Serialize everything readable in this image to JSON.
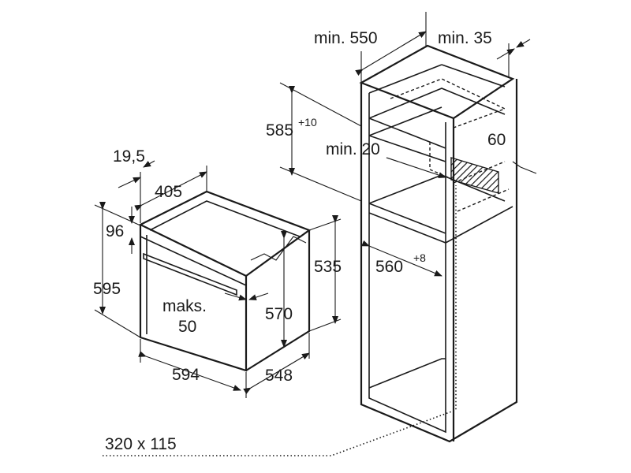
{
  "dimensions": {
    "cabinet_width_min": "min. 550",
    "cabinet_rear_gap_min": "min. 35",
    "cutout_height": "585",
    "cutout_height_tol": "+10",
    "shelf_gap_min": "min. 20",
    "vent_height": "60",
    "cutout_width": "560",
    "cutout_width_tol": "+8",
    "door_offset": "19,5",
    "panel_depth": "405",
    "panel_height": "96",
    "oven_height": "595",
    "front_depth": "535",
    "body_height": "570",
    "door_gap_label": "maks.",
    "door_gap_value": "50",
    "oven_width": "594",
    "oven_depth": "548",
    "vent_opening": "320 x 115"
  },
  "colors": {
    "line": "#1a1a1a",
    "hatch": "#1a1a1a"
  }
}
